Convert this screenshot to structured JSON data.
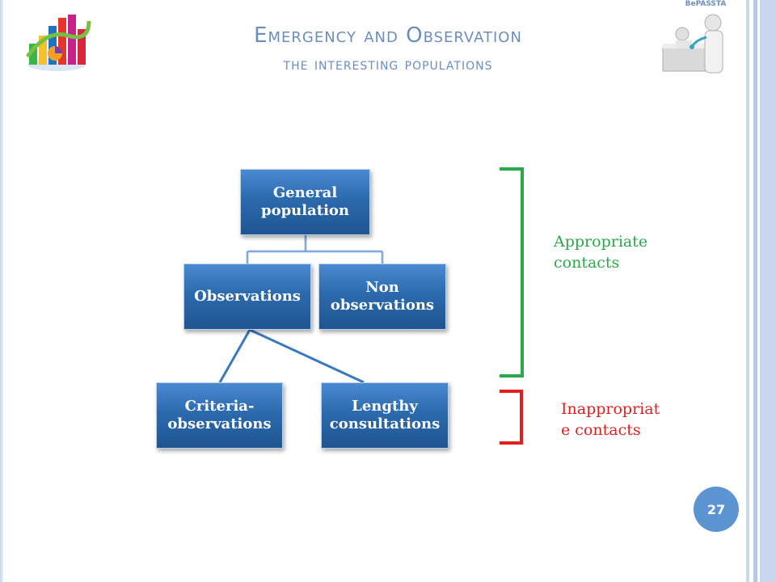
{
  "title": {
    "main": "Emergency and Observation",
    "sub": "the interesting populations"
  },
  "diagram": {
    "nodes": [
      {
        "id": "general",
        "label": "General population"
      },
      {
        "id": "observations",
        "label": "Observations"
      },
      {
        "id": "non_observations",
        "label": "Non observations"
      },
      {
        "id": "criteria",
        "label": "Criteria-observations"
      },
      {
        "id": "lengthy",
        "label": "Lengthy consultations"
      }
    ],
    "edges": [
      {
        "from": "general",
        "to": "observations"
      },
      {
        "from": "general",
        "to": "non_observations"
      },
      {
        "from": "observations",
        "to": "criteria"
      },
      {
        "from": "observations",
        "to": "lengthy"
      }
    ]
  },
  "brackets": {
    "appropriate": {
      "label_line1": "Appropriate",
      "label_line2": "contacts",
      "color": "#2aa84a"
    },
    "inappropriate": {
      "label_line1": "Inappropriat",
      "label_line2": "e contacts",
      "color": "#e02020"
    }
  },
  "logos": {
    "right_brand": "BePASSTA",
    "left_icon": "bar-chart-logo-icon",
    "right_icon": "doctor-patient-logo-icon"
  },
  "page_number": "27",
  "colors": {
    "title": "#6c8ebf",
    "box": "#2c6aae",
    "page_badge": "#5b94d0"
  }
}
